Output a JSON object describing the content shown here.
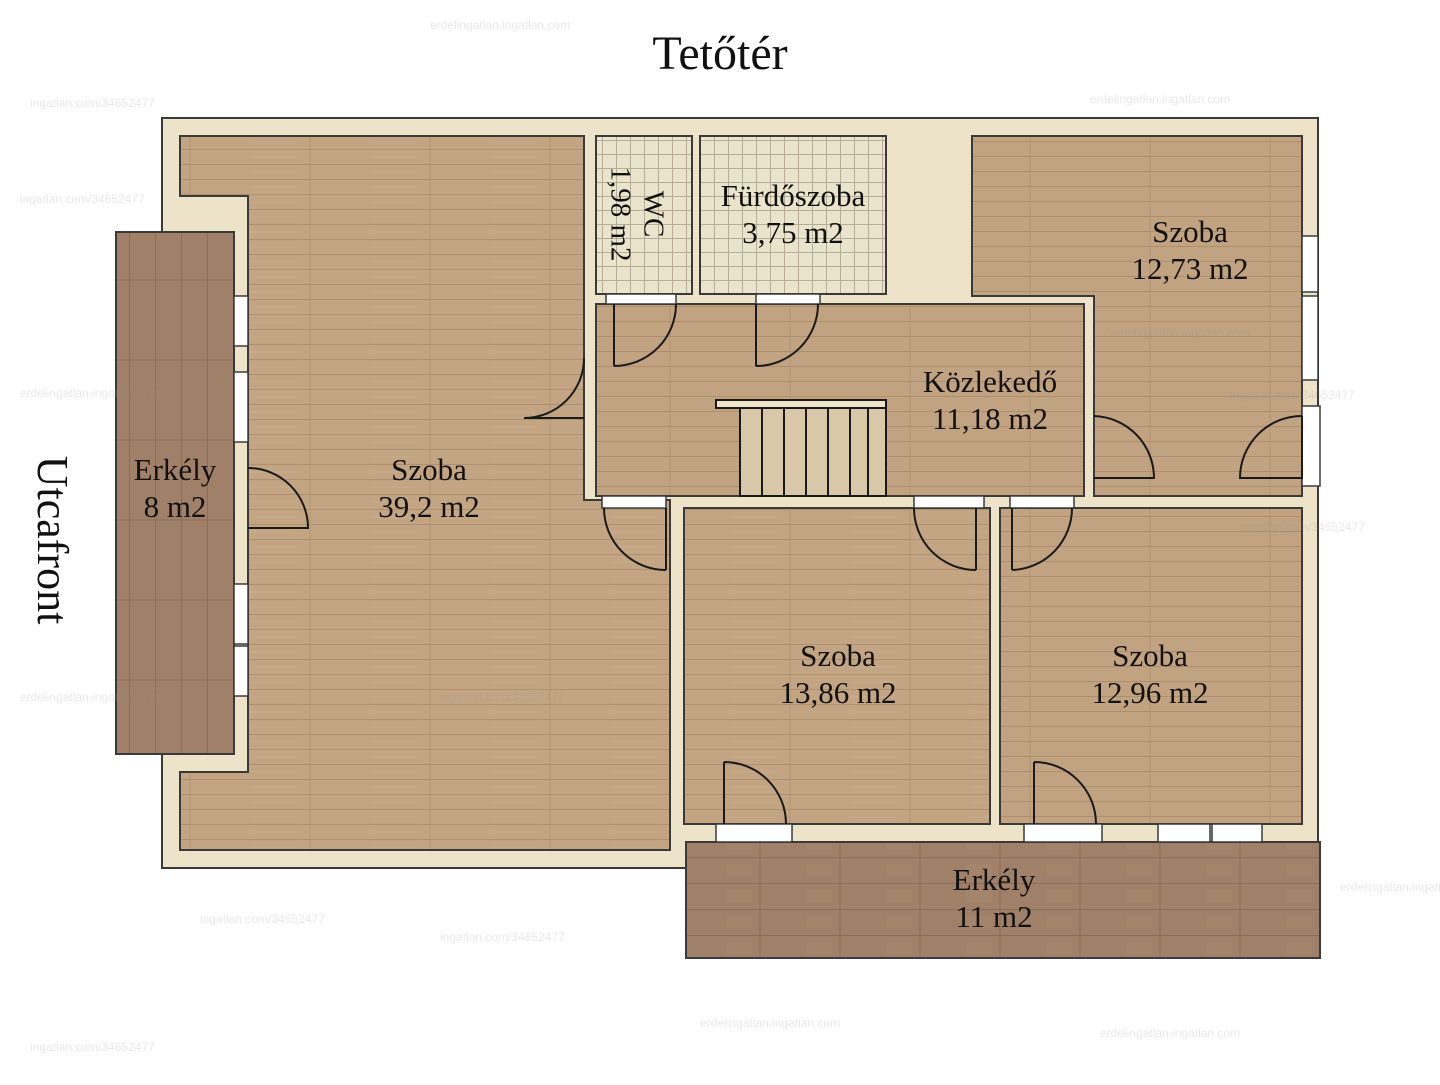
{
  "title": "Tetőtér",
  "street_label": "Utcafront",
  "rooms": {
    "wc": {
      "name": "WC",
      "area": "1,98 m2"
    },
    "bathroom": {
      "name": "Fürdőszoba",
      "area": "3,75 m2"
    },
    "room_ne": {
      "name": "Szoba",
      "area": "12,73 m2"
    },
    "hallway": {
      "name": "Közlekedő",
      "area": "11,18 m2"
    },
    "balcony_left": {
      "name": "Erkély",
      "area": "8 m2"
    },
    "room_big": {
      "name": "Szoba",
      "area": "39,2 m2"
    },
    "room_mid": {
      "name": "Szoba",
      "area": "13,86 m2"
    },
    "room_se": {
      "name": "Szoba",
      "area": "12,96 m2"
    },
    "balcony_bottom": {
      "name": "Erkély",
      "area": "11 m2"
    }
  },
  "watermarks": [
    "ingatlan.com/34652477",
    "erdelingatlan.ingatlan.com"
  ],
  "colors": {
    "wall_fill": "#ede3c9",
    "wall_stroke": "#3a3a3a",
    "floor": "#c3a583",
    "balcony_floor": "#a08068",
    "tile": "#ebe4cd",
    "tile_line": "#b7ad96"
  }
}
